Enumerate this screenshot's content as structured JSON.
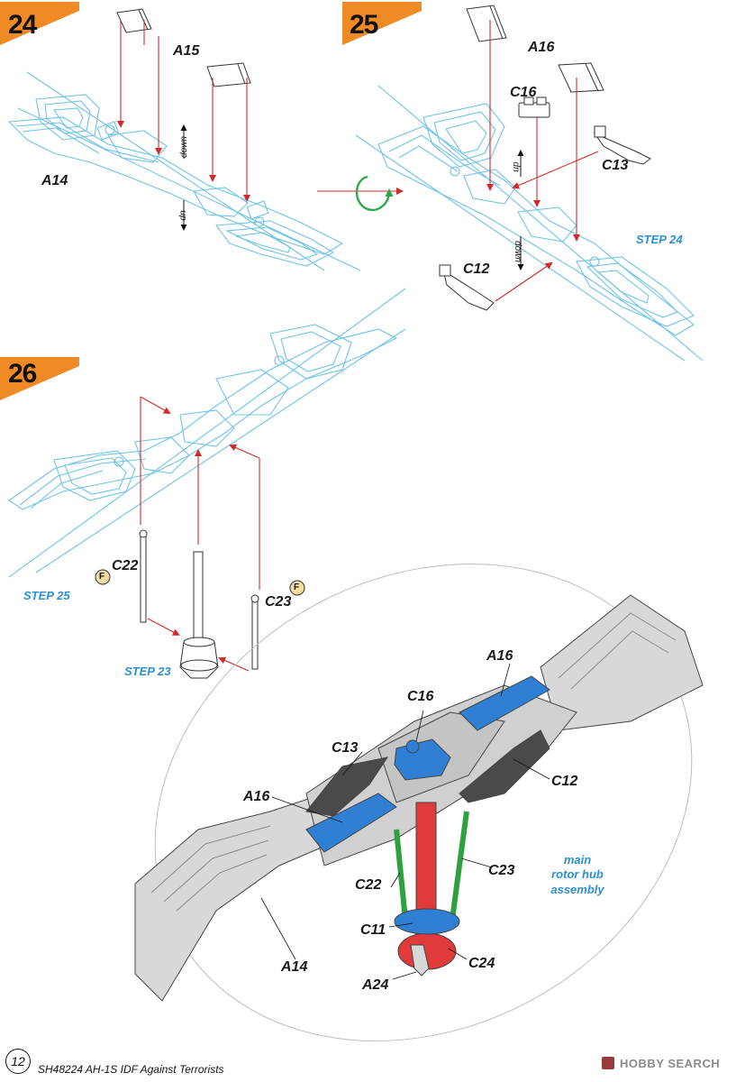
{
  "steps": [
    {
      "number": "24"
    },
    {
      "number": "25"
    },
    {
      "number": "26"
    }
  ],
  "step24": {
    "parts": {
      "a15": "A15",
      "a14": "A14"
    },
    "direction": {
      "down": "down",
      "up": "up"
    }
  },
  "step25": {
    "parts": {
      "a16": "A16",
      "c16": "C16",
      "c13": "C13",
      "c12": "C12"
    },
    "ref": "STEP 24",
    "direction": {
      "up": "up",
      "down": "down"
    }
  },
  "step26": {
    "parts": {
      "c22": "C22",
      "c23": "C23"
    },
    "refs": {
      "step25": "STEP 25",
      "step23": "STEP 23"
    },
    "flag": "F"
  },
  "assembly": {
    "labels": {
      "a16_top": "A16",
      "c16": "C16",
      "c13": "C13",
      "c12": "C12",
      "a16_left": "A16",
      "c22": "C22",
      "c23": "C23",
      "c11": "C11",
      "a14": "A14",
      "c24": "C24",
      "a24": "A24"
    },
    "note": [
      "main",
      "rotor hub",
      "assembly"
    ]
  },
  "footer": {
    "page_number": "12",
    "title": "SH48224 AH-1S IDF Against Terrorists",
    "watermark": "HOBBY SEARCH"
  },
  "colors": {
    "step_tab": "#f08a24",
    "outline_blue": "#6fc3e8",
    "arrow_red": "#d42a2a",
    "rotate_green": "#2aa84a",
    "ref_text_blue": "#2b8fd0",
    "part_blue": "#2f7fd4",
    "part_red": "#e03a3a",
    "part_green": "#2fa040",
    "part_dark": "#4a4a4a",
    "part_grey": "#d8d8d8"
  }
}
